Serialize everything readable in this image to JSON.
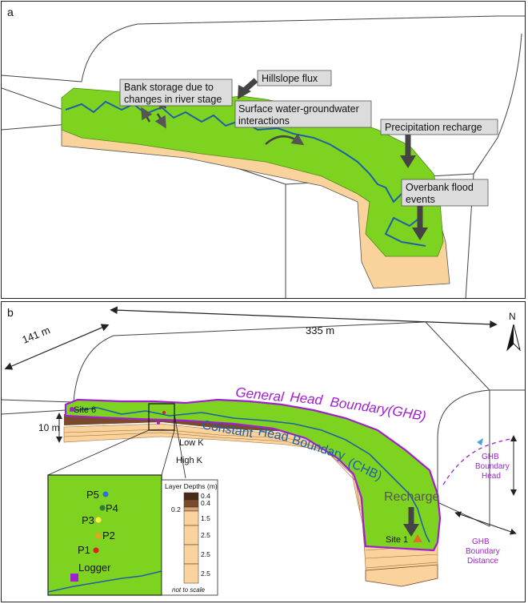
{
  "panel_a": {
    "letter": "a",
    "labels": {
      "bank_storage_1": "Bank storage due to",
      "bank_storage_2": "changes in river stage",
      "hillslope": "Hillslope flux",
      "sw_gw_1": "Surface water-groundwater",
      "sw_gw_2": "interactions",
      "precip": "Precipitation recharge",
      "overbank_1": "Overbank flood",
      "overbank_2": "events"
    }
  },
  "panel_b": {
    "letter": "b",
    "north": "N",
    "dim_width": "141 m",
    "dim_length": "335 m",
    "dim_depth": "10 m",
    "site6": "Site 6",
    "site1": "Site 1",
    "ghb": {
      "w1": "General",
      "w2": "Head",
      "w3": "Boundary",
      "w4": "(GHB)"
    },
    "chb": {
      "w1": "Constant",
      "w2": "Head",
      "w3": "Boundary",
      "w4": "(CHB)"
    },
    "low_k": "Low K",
    "high_k": "High K",
    "recharge": "Recharge",
    "ghb_head": [
      "GHB",
      "Boundary",
      "Head"
    ],
    "ghb_distance": [
      "GHB",
      "Boundary",
      "Distance"
    ],
    "inset": {
      "points": [
        "P5",
        "P4",
        "P3",
        "P2",
        "P1"
      ],
      "logger": "Logger"
    },
    "layers": {
      "title": "Layer Depths (m)",
      "depths": [
        "0.4",
        "0.4",
        "0.2",
        "1.5",
        "2.5",
        "2.5",
        "2.5"
      ],
      "note": "not to scale"
    },
    "colors": {
      "green": "#7ed321",
      "sand": "#f9d39b",
      "brown": "#7b4a2a",
      "purple": "#a020d0",
      "river": "#1f5fa8"
    }
  }
}
